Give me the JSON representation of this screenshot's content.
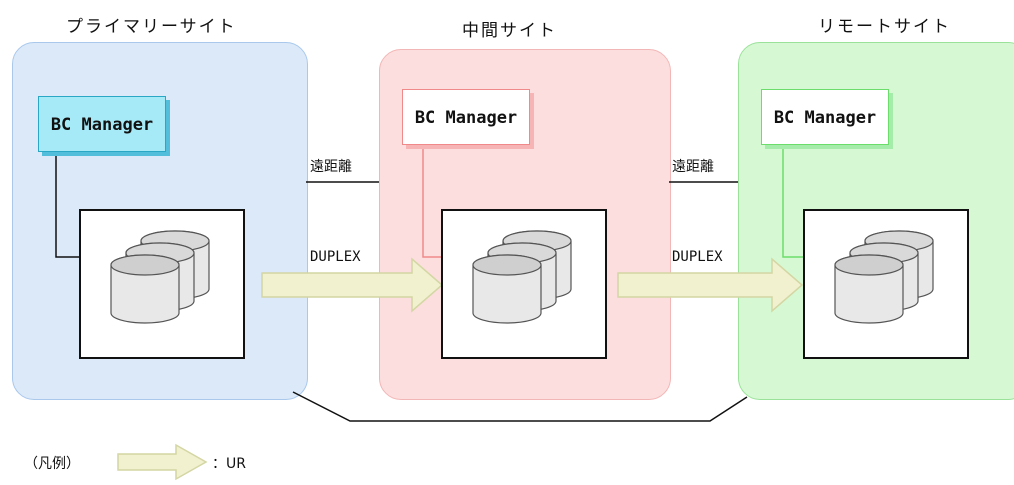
{
  "sites": {
    "primary": {
      "title": "プライマリーサイト",
      "manager_label": "BC Manager"
    },
    "middle": {
      "title": "中間サイト",
      "manager_label": "BC Manager"
    },
    "remote": {
      "title": "リモートサイト",
      "manager_label": "BC Manager"
    }
  },
  "links": [
    {
      "distance_label": "遠距離",
      "status_label": "DUPLEX"
    },
    {
      "distance_label": "遠距離",
      "status_label": "DUPLEX"
    }
  ],
  "legend": {
    "prefix": "（凡例）",
    "meaning": "：UR"
  },
  "colors": {
    "primary_bg": "#dbe9f9",
    "middle_bg": "#fcdede",
    "remote_bg": "#d6f9d3",
    "arrow_fill": "#f1f1cf",
    "arrow_stroke": "#d4d6a4"
  }
}
